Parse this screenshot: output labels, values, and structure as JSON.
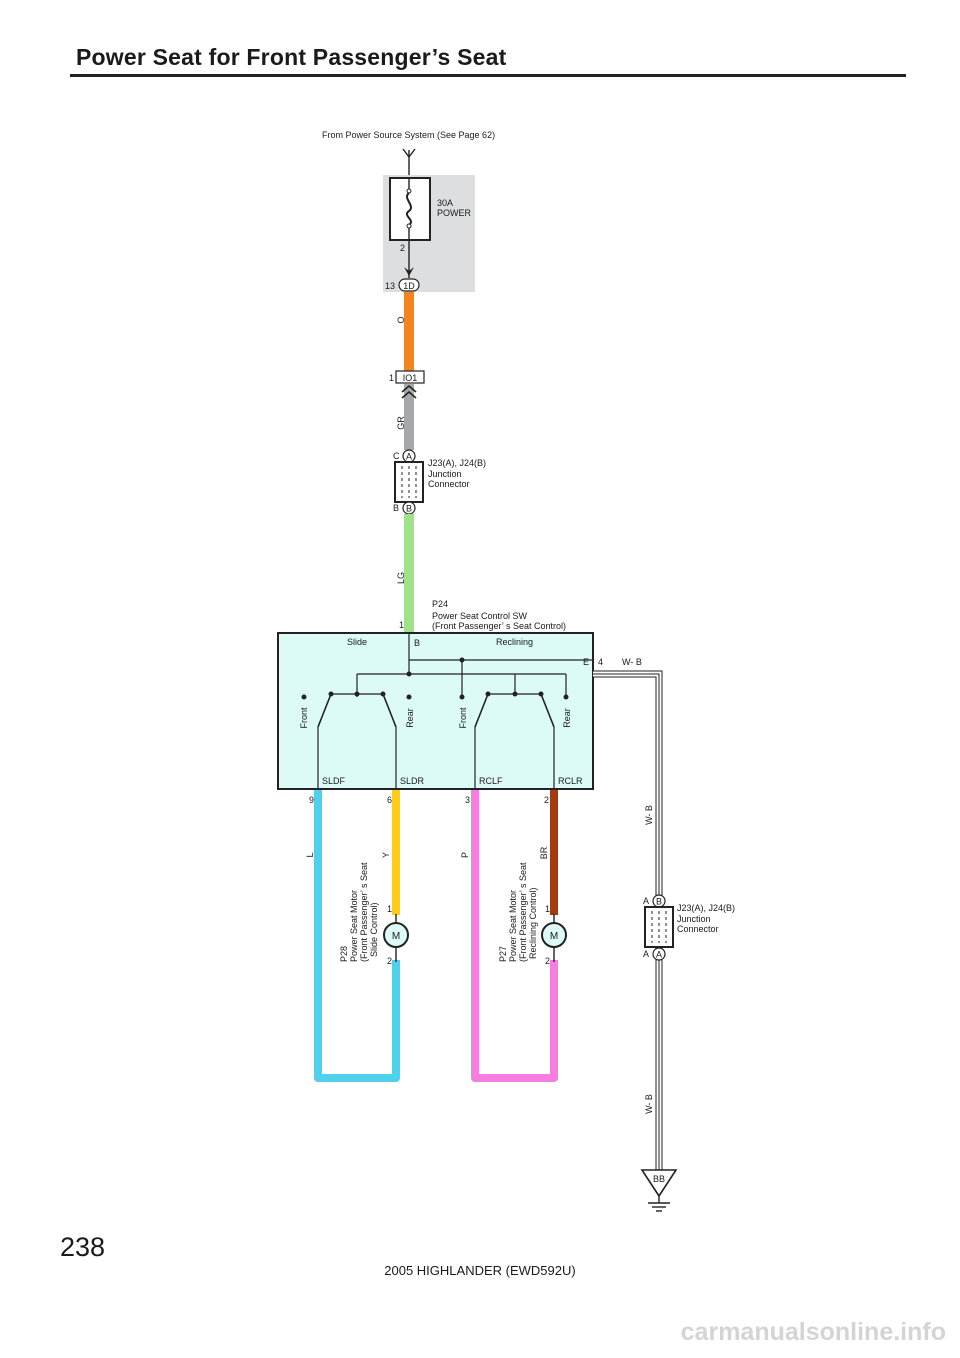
{
  "page": {
    "title": "Power Seat for Front Passenger’s Seat",
    "page_number": "238",
    "footer": "2005 HIGHLANDER (EWD592U)",
    "watermark": "carmanualsonline.info"
  },
  "source": {
    "label": "From Power Source System (See Page 62)"
  },
  "fuse": {
    "rating": "30A",
    "name": "POWER",
    "pin": "2",
    "connector_pin": "13",
    "connector": "1D"
  },
  "junction_io1": {
    "pin": "1",
    "name": "IO1"
  },
  "junction_top": {
    "pin_in": "C",
    "letter_in": "A",
    "pin_out": "B",
    "letter_out": "B",
    "ref": "J23(A), J24(B)",
    "line1": "Junction",
    "line2": "Connector"
  },
  "junction_ground": {
    "pin_in": "A",
    "letter_in": "B",
    "pin_out": "A",
    "letter_out": "A",
    "ref": "J23(A), J24(B)",
    "line1": "Junction",
    "line2": "Connector"
  },
  "switch": {
    "id": "P24",
    "name": "Power Seat Control SW",
    "desc": "(Front Passenger’ s Seat Control)",
    "pin_b_num": "1",
    "pin_b": "B",
    "slide": "Slide",
    "reclining": "Reclining",
    "front": "Front",
    "rear": "Rear",
    "pin_e": "E",
    "pin_e_num": "4",
    "terminals": [
      "SLDF",
      "SLDR",
      "RCLF",
      "RCLR"
    ],
    "terminal_pins": [
      "9",
      "6",
      "3",
      "2"
    ]
  },
  "motor_slide": {
    "id": "P28",
    "name": "Power Seat Motor",
    "desc1": "(Front Passenger’ s Seat",
    "desc2": "Slide Control)",
    "symbol": "M",
    "pin1": "1",
    "pin2": "2"
  },
  "motor_recline": {
    "id": "P27",
    "name": "Power Seat Motor",
    "desc1": "(Front Passenger’ s Seat",
    "desc2": "Reclining Control)",
    "symbol": "M",
    "pin1": "1",
    "pin2": "2"
  },
  "wires": {
    "orange": "O",
    "gray": "GR",
    "light_green": "LG",
    "blue": "L",
    "yellow": "Y",
    "pink": "P",
    "brown": "BR",
    "ground_wire": "W- B"
  },
  "ground": {
    "name": "BB"
  },
  "colors": {
    "orange": "#f5841f",
    "gray": "#a5a8aa",
    "light_green": "#9ee38a",
    "blue": "#4fd0ec",
    "yellow": "#ffcc1a",
    "pink": "#f77de0",
    "brown": "#a33a10",
    "switch_fill": "#dcfbf6",
    "fuse_box": "#dcdedf"
  }
}
